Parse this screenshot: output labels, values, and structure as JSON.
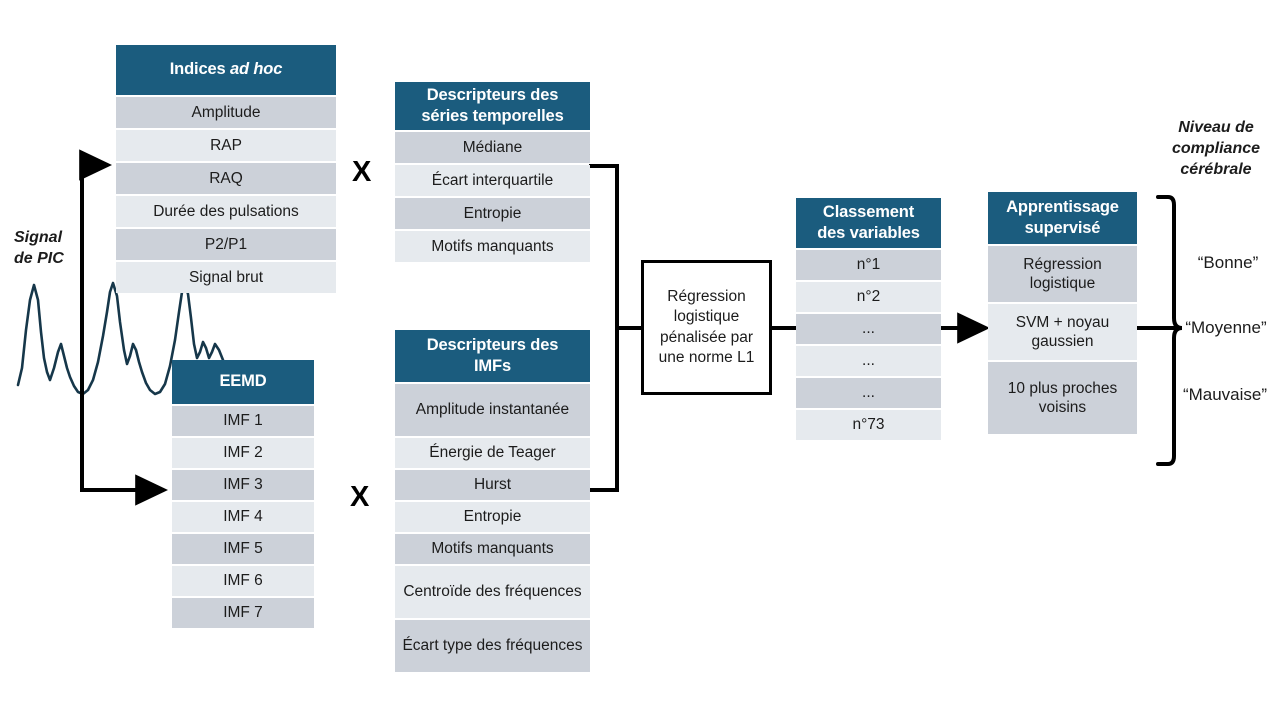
{
  "diagram": {
    "signal_label_line1": "Signal",
    "signal_label_line2": "de PIC",
    "multiply_symbol": "X",
    "outcome_title_line1": "Niveau de",
    "outcome_title_line2": "compliance",
    "outcome_title_line3": "cérébrale",
    "outcome_classes": [
      "“Bonne”",
      "“Moyenne”",
      "“Mauvaise”"
    ],
    "colors": {
      "header_teal": "#1b5c7e",
      "row_dark": "#ccd1d9",
      "row_light": "#e6eaee",
      "line_black": "#000000",
      "signal_navy": "#16374a"
    }
  },
  "boxes": {
    "indices_ad_hoc": {
      "header_prefix": "Indices ",
      "header_italic": "ad hoc",
      "rows": [
        "Amplitude",
        "RAP",
        "RAQ",
        "Durée des pulsations",
        "P2/P1",
        "Signal brut"
      ]
    },
    "eemd": {
      "header": "EEMD",
      "rows": [
        "IMF 1",
        "IMF 2",
        "IMF 3",
        "IMF 4",
        "IMF 5",
        "IMF 6",
        "IMF 7"
      ]
    },
    "descripteurs_series": {
      "header_line1": "Descripteurs des",
      "header_line2": "séries temporelles",
      "rows": [
        "Médiane",
        "Écart interquartile",
        "Entropie",
        "Motifs manquants"
      ]
    },
    "descripteurs_imfs": {
      "header_line1": "Descripteurs des",
      "header_line2": "IMFs",
      "rows": [
        "Amplitude instantanée",
        "Énergie de Teager",
        "Hurst",
        "Entropie",
        "Motifs manquants",
        "Centroïde des fréquences",
        "Écart type des fréquences"
      ]
    },
    "regression": {
      "label": "Régression logistique pénalisée par une norme L1"
    },
    "classement": {
      "header_line1": "Classement",
      "header_line2": "des variables",
      "rows": [
        "n°1",
        "n°2",
        "...",
        "...",
        "...",
        "n°73"
      ]
    },
    "apprentissage": {
      "header_line1": "Apprentissage",
      "header_line2": "supervisé",
      "rows": [
        "Régression logistique",
        "SVM + noyau gaussien",
        "10 plus proches voisins"
      ]
    }
  }
}
